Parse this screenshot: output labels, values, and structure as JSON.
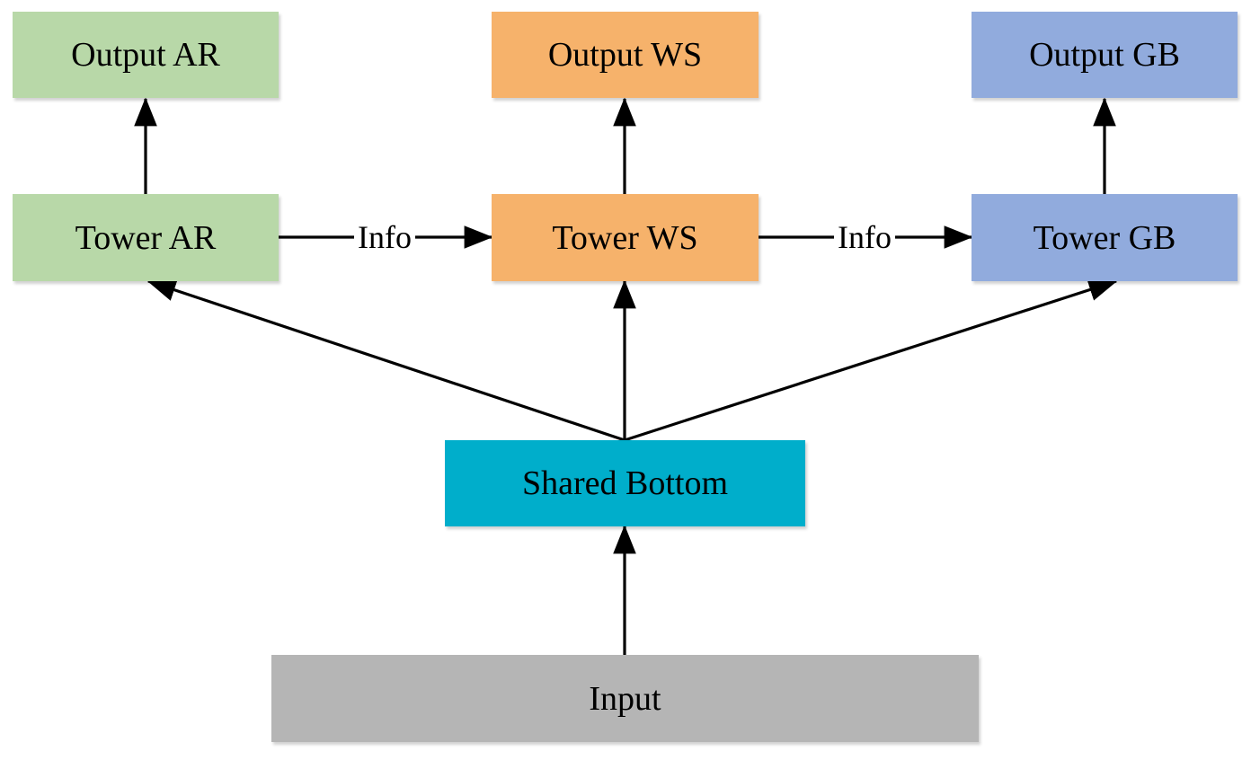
{
  "nodes": {
    "output_ar": {
      "label": "Output AR",
      "color": "#B8D8A8"
    },
    "output_ws": {
      "label": "Output WS",
      "color": "#F6B26B"
    },
    "output_gb": {
      "label": "Output GB",
      "color": "#91ABDD"
    },
    "tower_ar": {
      "label": "Tower AR",
      "color": "#B8D8A8"
    },
    "tower_ws": {
      "label": "Tower WS",
      "color": "#F6B26B"
    },
    "tower_gb": {
      "label": "Tower GB",
      "color": "#91ABDD"
    },
    "shared_bottom": {
      "label": "Shared Bottom",
      "color": "#00AECB"
    },
    "input": {
      "label": "Input",
      "color": "#B5B5B5"
    }
  },
  "edges": {
    "info_ar_ws": {
      "from": "tower_ar",
      "to": "tower_ws",
      "label": "Info"
    },
    "info_ws_gb": {
      "from": "tower_ws",
      "to": "tower_gb",
      "label": "Info"
    },
    "input_to_shared": {
      "from": "input",
      "to": "shared_bottom"
    },
    "shared_to_ar": {
      "from": "shared_bottom",
      "to": "tower_ar"
    },
    "shared_to_ws": {
      "from": "shared_bottom",
      "to": "tower_ws"
    },
    "shared_to_gb": {
      "from": "shared_bottom",
      "to": "tower_gb"
    },
    "ar_to_output": {
      "from": "tower_ar",
      "to": "output_ar"
    },
    "ws_to_output": {
      "from": "tower_ws",
      "to": "output_ws"
    },
    "gb_to_output": {
      "from": "tower_gb",
      "to": "output_gb"
    }
  }
}
